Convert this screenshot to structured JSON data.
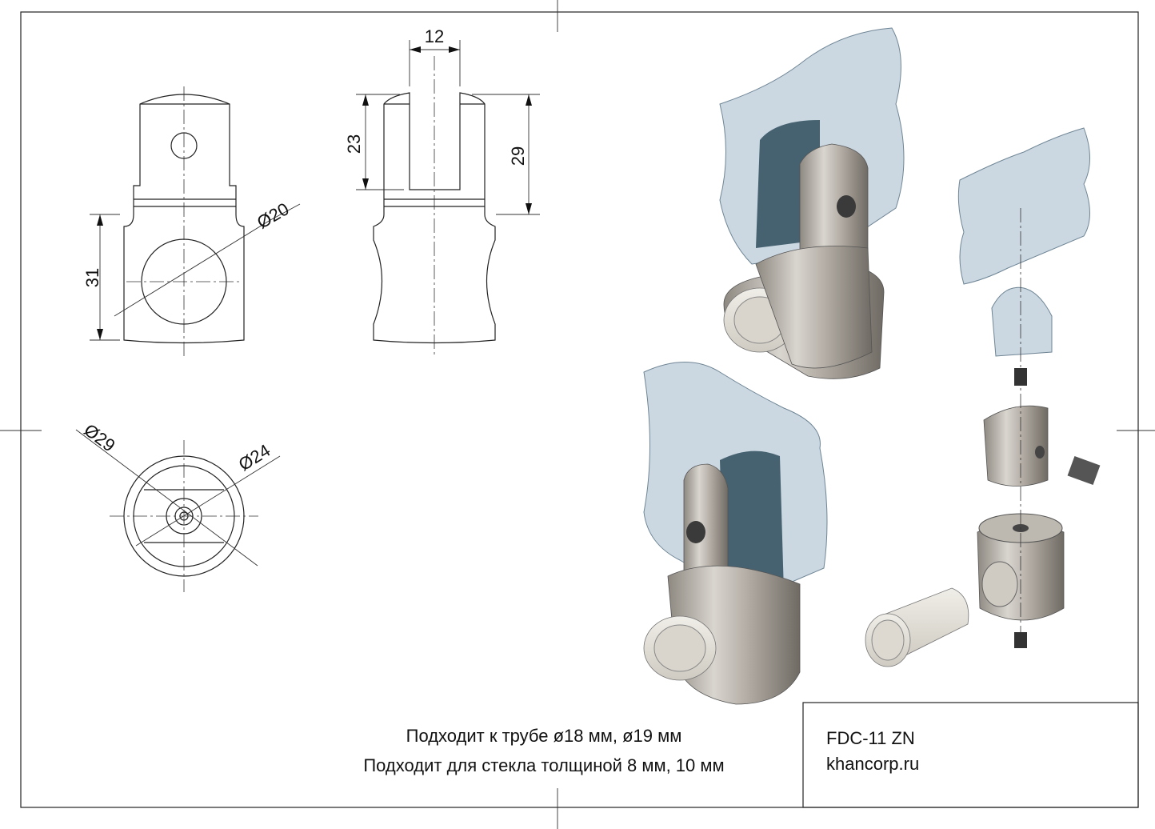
{
  "drawing": {
    "front_view": {
      "dim_height": "31",
      "dim_hole": "Ø20"
    },
    "side_view": {
      "dim_slot_width": "12",
      "dim_slot_depth": "23",
      "dim_top_height": "29"
    },
    "top_view": {
      "dim_outer": "Ø29",
      "dim_inner": "Ø24"
    }
  },
  "notes": {
    "line1": "Подходит к трубе ø18 мм, ø19 мм",
    "line2": "Подходит для стекла толщиной 8 мм, 10 мм"
  },
  "title_block": {
    "part_number": "FDC-11 ZN",
    "website": "khancorp.ru"
  }
}
